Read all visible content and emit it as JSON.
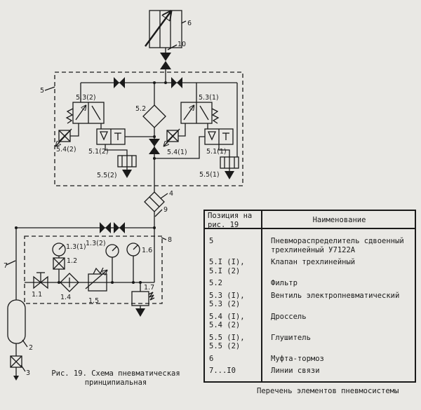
{
  "colors": {
    "paper": "#e9e8e4",
    "ink": "#1a1a1a"
  },
  "diagram": {
    "caption_line1": "Рис. 19. Схема пневматическая",
    "caption_line2": "принципиальная",
    "labels": [
      "6",
      "10",
      "5",
      "5.3(2)",
      "5.2",
      "5.3(1)",
      "5.4(2)",
      "5.1(2)",
      "5.4(1)",
      "5.1(1)",
      "5.5(2)",
      "5.5(1)",
      "4",
      "9",
      "8",
      "7",
      "1.3(1)",
      "1.2",
      "1.3(2)",
      "1.6",
      "1.1",
      "1.4",
      "1.5",
      "1.7",
      "2",
      "3"
    ]
  },
  "parts_table": {
    "header": {
      "pos_line1": "Позиция на",
      "pos_line2": "рис. 19",
      "name": "Наименование"
    },
    "rows": [
      {
        "pos": [
          "5"
        ],
        "name": [
          "Пневмораспределитель сдвоенный",
          "трехлинейный У7122А"
        ]
      },
      {
        "pos": [
          "5.I (I),",
          "5.I (2)"
        ],
        "name": [
          "Клапан трехлинейный"
        ]
      },
      {
        "pos": [
          "5.2"
        ],
        "name": [
          "Фильтр"
        ]
      },
      {
        "pos": [
          "5.3 (I),",
          "5.3 (2)"
        ],
        "name": [
          "Вентиль электропневматический"
        ]
      },
      {
        "pos": [
          "5.4 (I),",
          "5.4 (2)"
        ],
        "name": [
          "Дроссель"
        ]
      },
      {
        "pos": [
          "5.5 (I),",
          "5.5 (2)"
        ],
        "name": [
          "Глушитель"
        ]
      },
      {
        "pos": [
          "6"
        ],
        "name": [
          "Муфта-тормоз"
        ]
      },
      {
        "pos": [
          "7...I0"
        ],
        "name": [
          "Линии связи"
        ]
      }
    ],
    "footer": "Перечень элементов пневмосистемы"
  }
}
